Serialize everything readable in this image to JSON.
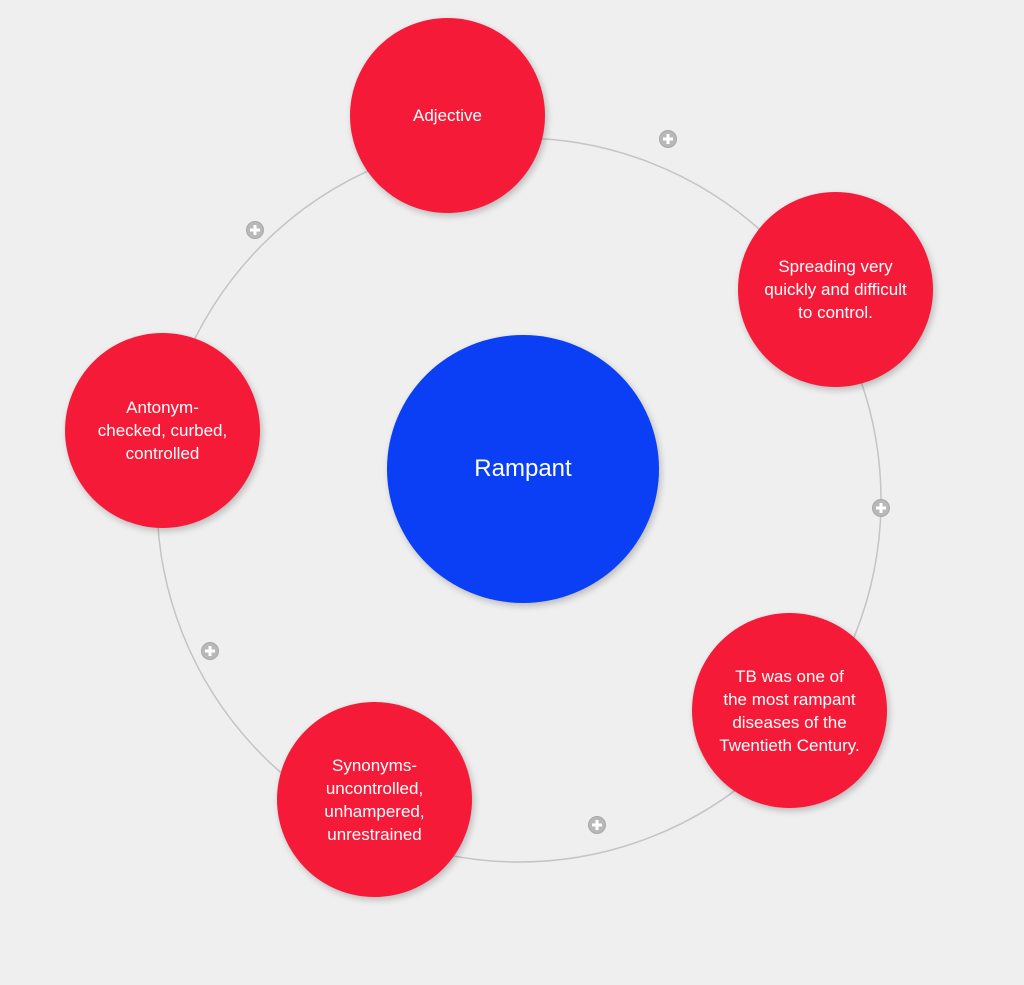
{
  "colors": {
    "background": "#efefef",
    "center_node": "#0a3ff5",
    "outer_node": "#f51a38",
    "connector": "#c4c4c4",
    "add_button": "#b8b8b8"
  },
  "center": {
    "label": "Rampant"
  },
  "outer_nodes": [
    {
      "id": "adjective",
      "label": "Adjective"
    },
    {
      "id": "definition",
      "label": "Spreading very\nquickly and difficult\nto control."
    },
    {
      "id": "example",
      "label": "TB was one of\nthe most rampant\ndiseases of the\nTwentieth Century."
    },
    {
      "id": "synonyms",
      "label": "Synonyms-\nuncontrolled,\nunhampered,\nunrestrained"
    },
    {
      "id": "antonyms",
      "label": "Antonym-\nchecked, curbed,\ncontrolled"
    }
  ],
  "add_buttons": [
    {
      "icon": "plus-circle-icon",
      "between": "adjective-definition"
    },
    {
      "icon": "plus-circle-icon",
      "between": "definition-example"
    },
    {
      "icon": "plus-circle-icon",
      "between": "example-synonyms"
    },
    {
      "icon": "plus-circle-icon",
      "between": "synonyms-antonyms"
    },
    {
      "icon": "plus-circle-icon",
      "between": "antonyms-adjective"
    }
  ]
}
